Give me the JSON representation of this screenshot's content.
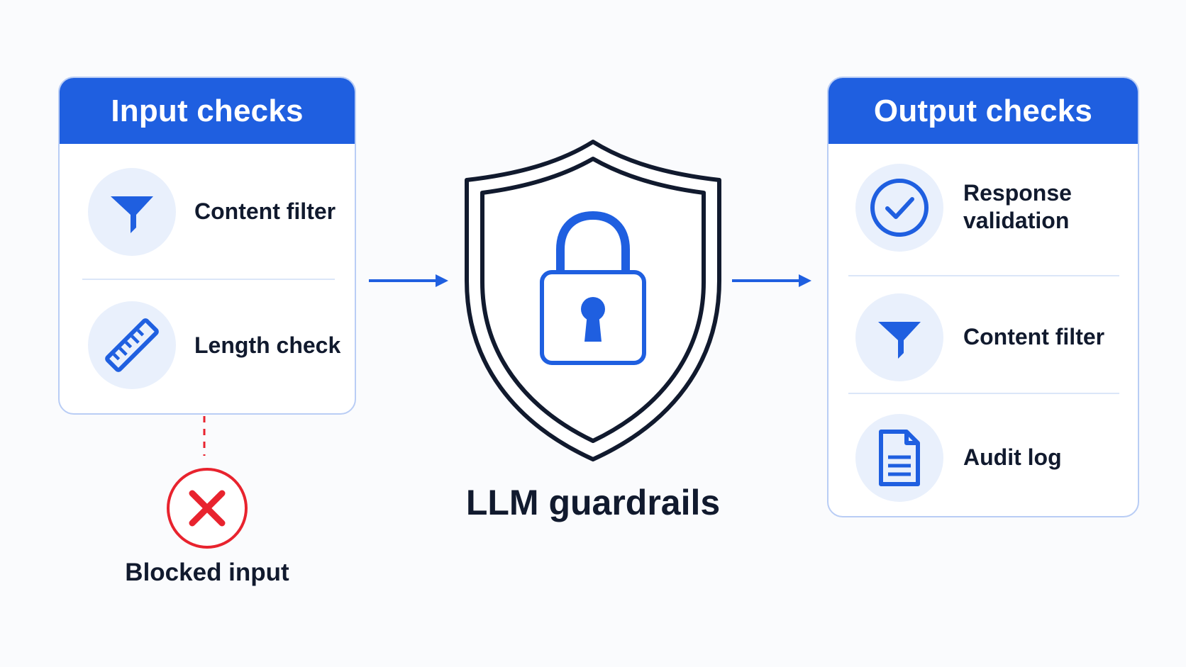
{
  "input_checks": {
    "title": "Input checks",
    "items": [
      {
        "label": "Content filter",
        "icon": "funnel-icon"
      },
      {
        "label": "Length check",
        "icon": "ruler-icon"
      }
    ]
  },
  "center": {
    "title": "LLM guardrails",
    "icon": "shield-lock-icon"
  },
  "output_checks": {
    "title": "Output checks",
    "items": [
      {
        "label": "Response\nvalidation",
        "icon": "check-circle-icon"
      },
      {
        "label": "Content filter",
        "icon": "funnel-icon"
      },
      {
        "label": "Audit log",
        "icon": "document-icon"
      }
    ]
  },
  "blocked": {
    "label": "Blocked input",
    "icon": "x-circle-icon"
  },
  "colors": {
    "accent": "#1f5fe0",
    "card_border": "#b9cdf5",
    "icon_bg": "#e9f0fc",
    "danger": "#e8232e",
    "dark": "#111a2e"
  }
}
